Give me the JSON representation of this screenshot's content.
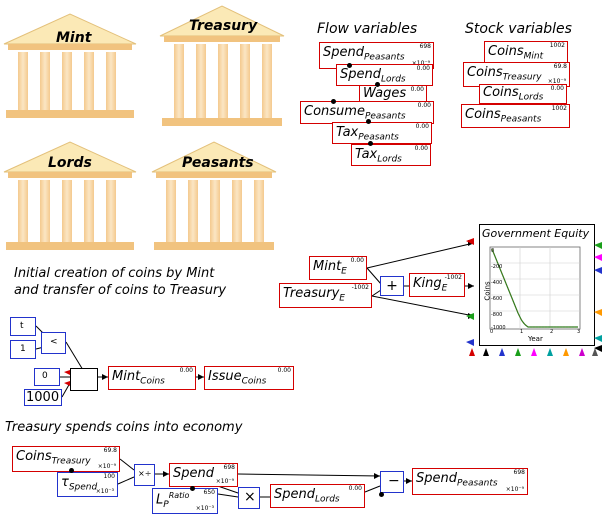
{
  "buildings": [
    "Mint",
    "Treasury",
    "Lords",
    "Peasants"
  ],
  "flow": {
    "heading": "Flow variables",
    "vars": [
      {
        "base": "Spend",
        "sub": "Peasants",
        "value": "698",
        "scale": "×10⁻⁹"
      },
      {
        "base": "Spend",
        "sub": "Lords",
        "value": "0.00",
        "scale": ""
      },
      {
        "base": "Wages",
        "sub": "",
        "value": "0.00",
        "scale": ""
      },
      {
        "base": "Consume",
        "sub": "Peasants",
        "value": "0.00",
        "scale": ""
      },
      {
        "base": "Tax",
        "sub": "Peasants",
        "value": "0.00",
        "scale": ""
      },
      {
        "base": "Tax",
        "sub": "Lords",
        "value": "0.00",
        "scale": ""
      }
    ]
  },
  "stock": {
    "heading": "Stock variables",
    "vars": [
      {
        "base": "Coins",
        "sub": "Mint",
        "value": "1002",
        "scale": ""
      },
      {
        "base": "Coins",
        "sub": "Treasury",
        "value": "69.8",
        "scale": "×10⁻⁹"
      },
      {
        "base": "Coins",
        "sub": "Lords",
        "value": "0.00",
        "scale": ""
      },
      {
        "base": "Coins",
        "sub": "Peasants",
        "value": "1002",
        "scale": ""
      }
    ]
  },
  "equity": {
    "mint": {
      "base": "Mint",
      "sub": "E",
      "value": "0.00"
    },
    "treasury": {
      "base": "Treasury",
      "sub": "E",
      "value": "-1002"
    },
    "king": {
      "base": "King",
      "sub": "E",
      "value": "-1002"
    },
    "op": "+"
  },
  "plot": {
    "title": "Government Equity",
    "xlabel": "Year",
    "ylabel": "Coins",
    "yticks": [
      "0",
      "-200",
      "-400",
      "-600",
      "-800",
      "-1000"
    ],
    "xticks": [
      "0",
      "1",
      "2",
      "3"
    ],
    "triangle_colors": [
      "#000000",
      "#d40000",
      "#2233cc",
      "#1a9f1a",
      "#ff00ff",
      "#00a0a0",
      "#ff9900",
      "#cc00cc",
      "#888888",
      "#555555"
    ]
  },
  "section1": {
    "heading_line1": "Initial creation of coins by Mint",
    "heading_line2": "and transfer of coins to Treasury",
    "t": "t",
    "one": "1",
    "lt": "<",
    "zero": "0",
    "thousand": "1000",
    "mint_coins": {
      "base": "Mint",
      "sub": "Coins",
      "value": "0.00"
    },
    "issue_coins": {
      "base": "Issue",
      "sub": "Coins",
      "value": "0.00"
    }
  },
  "section2": {
    "heading": "Treasury spends coins into economy",
    "coins_treasury": {
      "base": "Coins",
      "sub": "Treasury",
      "value": "69.8",
      "scale": "×10⁻⁹"
    },
    "tau": {
      "base": "τ",
      "sub": "Spend",
      "value": "100",
      "scale": "×10⁻³"
    },
    "spend": {
      "base": "Spend",
      "sub": "",
      "value": "698",
      "scale": "×10⁻⁹"
    },
    "lp": {
      "base": "L",
      "sub": "P",
      "sup": "Ratio",
      "value": "650",
      "scale": "×10⁻³"
    },
    "spend_lords": {
      "base": "Spend",
      "sub": "Lords",
      "value": "0.00"
    },
    "spend_peasants": {
      "base": "Spend",
      "sub": "Peasants",
      "value": "698",
      "scale": "×10⁻⁹"
    },
    "muldiv": "×÷",
    "minus": "−",
    "times": "×"
  }
}
